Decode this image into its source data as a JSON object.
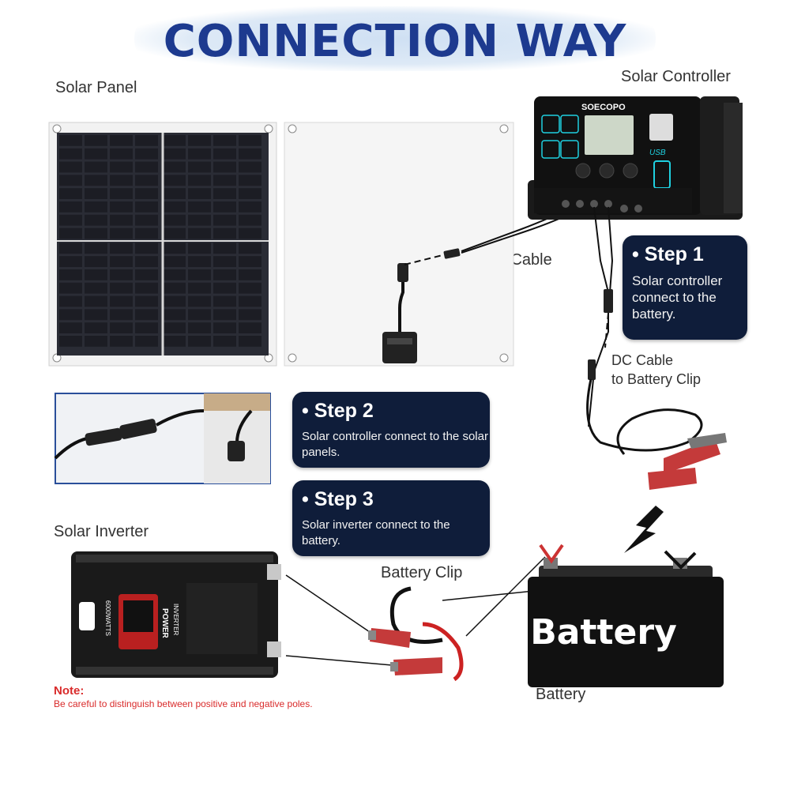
{
  "title": "CONNECTION WAY",
  "labels": {
    "solar_panel": "Solar Panel",
    "solar_controller": "Solar Controller",
    "dc_cable": "DC Cable",
    "dc_cable_battery_line1": "DC Cable",
    "dc_cable_battery_line2": "to Battery Clip",
    "solar_inverter": "Solar Inverter",
    "battery_clip": "Battery Clip",
    "battery": "Battery",
    "battery_text": "Battery",
    "controller_brand": "SOECOPO",
    "controller_usb": "USB",
    "inverter_power": "POWER",
    "inverter_inverter": "INVERTER",
    "inverter_watts": "6000WATTS"
  },
  "steps": [
    {
      "title": "• Step 1",
      "desc": "Solar controller connect to the battery."
    },
    {
      "title": "• Step 2",
      "desc": "Solar controller connect to the solar panels."
    },
    {
      "title": "• Step 3",
      "desc": "Solar inverter connect to the battery."
    }
  ],
  "note": {
    "title": "Note:",
    "text": "Be careful to distinguish between positive and negative poles."
  },
  "colors": {
    "title": "#1d3a8f",
    "step_box": "#0f1d3a",
    "note": "#d92b2b",
    "controller_accent": "#1fd0e0"
  }
}
